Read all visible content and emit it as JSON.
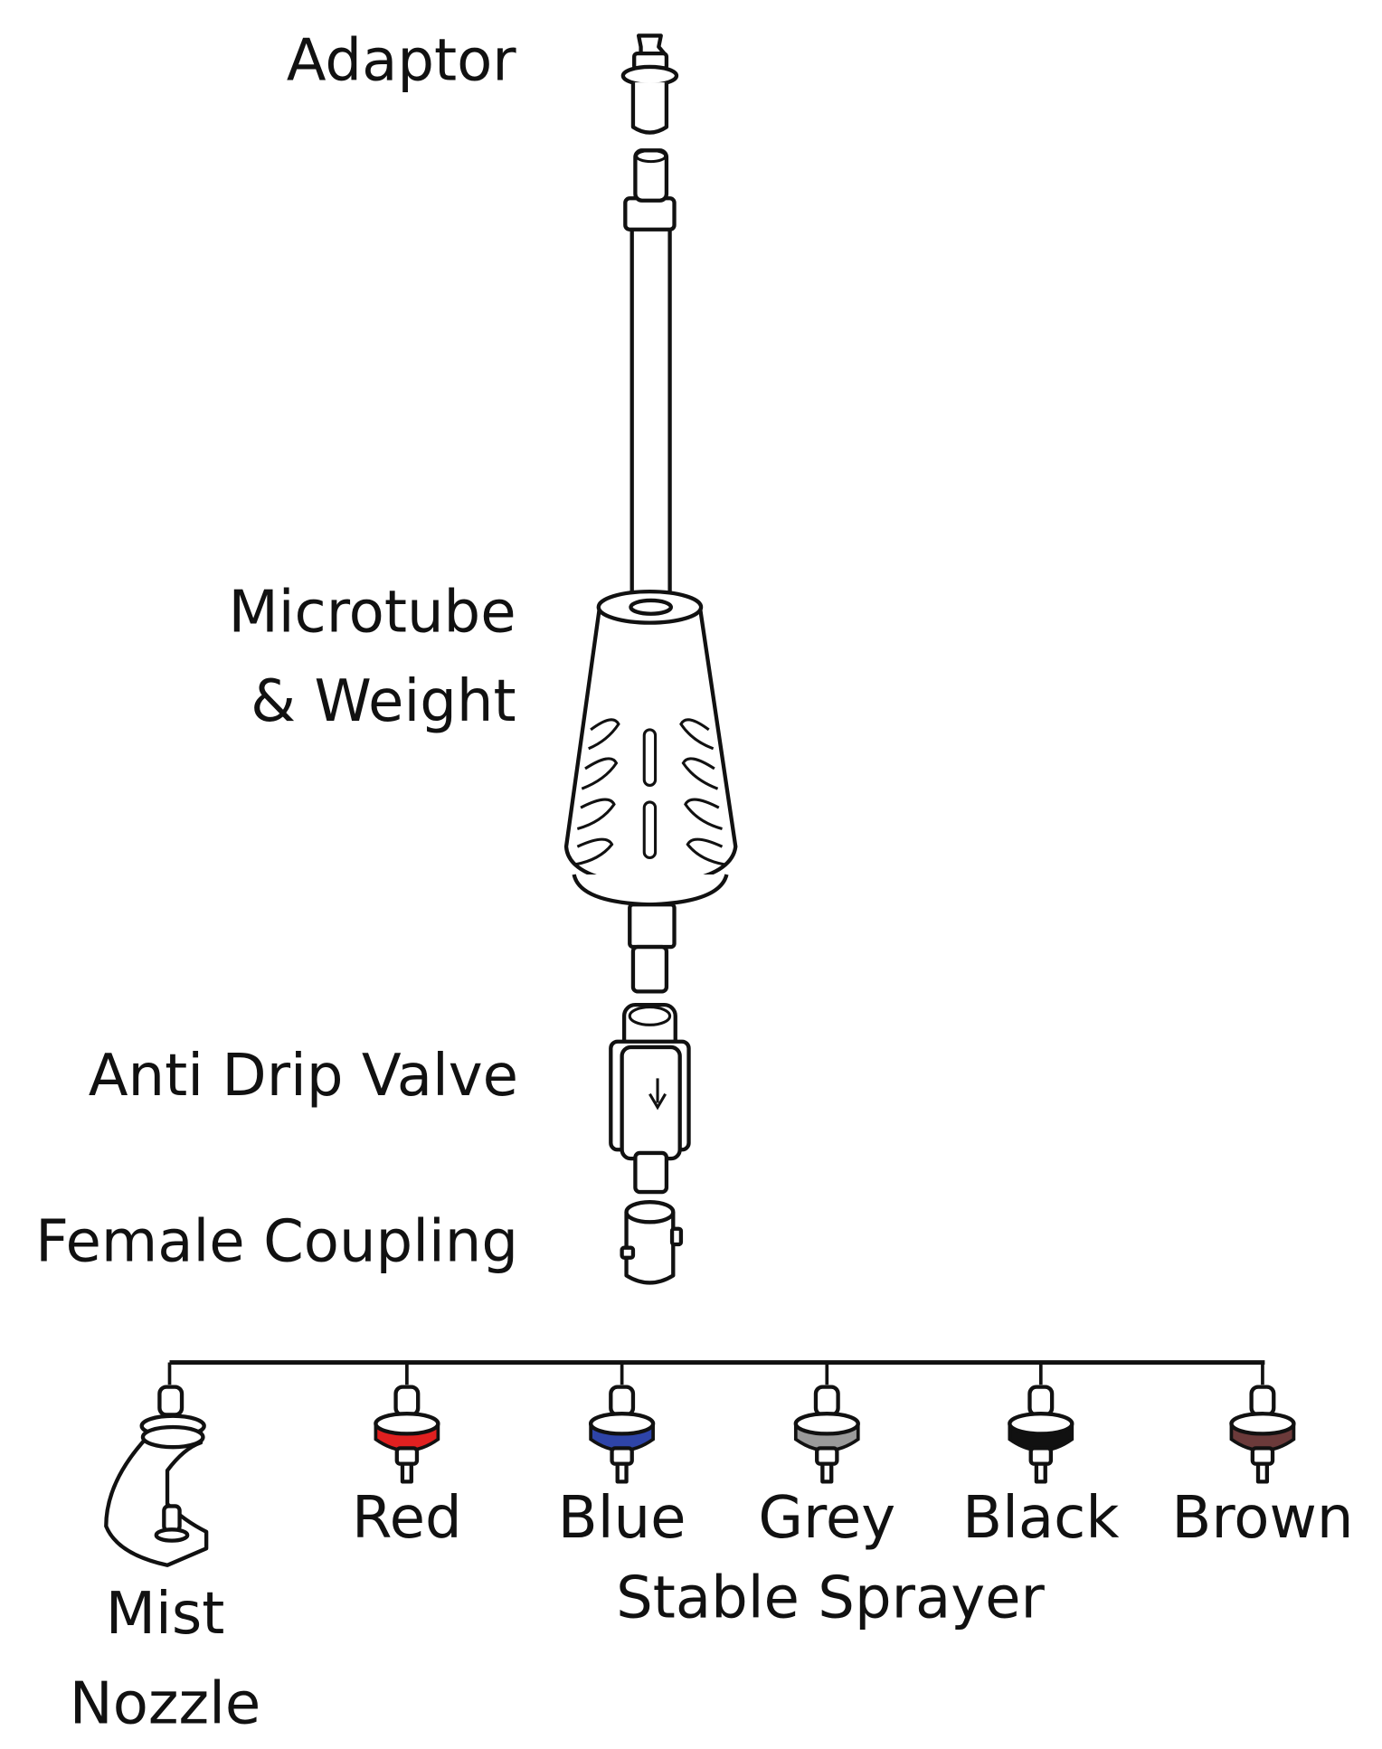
{
  "labels": {
    "adaptor": "Adaptor",
    "microtube_line1": "Microtube",
    "microtube_line2": "& Weight",
    "anti_drip_valve": "Anti Drip Valve",
    "female_coupling": "Female Coupling",
    "mist_line1": "Mist",
    "mist_line2": "Nozzle",
    "stable_sprayer": "Stable Sprayer"
  },
  "sprayers": [
    {
      "name": "Red",
      "color": "#e02020"
    },
    {
      "name": "Blue",
      "color": "#2e44a8"
    },
    {
      "name": "Grey",
      "color": "#9a9a9a"
    },
    {
      "name": "Black",
      "color": "#111111"
    },
    {
      "name": "Brown",
      "color": "#6b3a3a"
    }
  ]
}
